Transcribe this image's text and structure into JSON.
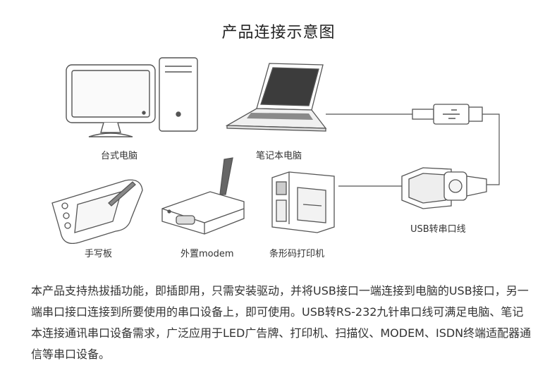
{
  "title": "产品连接示意图",
  "devices": {
    "desktop": "台式电脑",
    "laptop": "笔记本电脑",
    "tablet": "手写板",
    "modem": "外置modem",
    "printer": "条形码打印机",
    "cable": "USB转串口线"
  },
  "description": "本产品支持热拔插功能，即插即用，只需安装驱动，并将USB接口一端连接到电脑的USB接口，另一端串口接口连接到所要使用的串口设备上，即可使用。USB转RS-232九针串口线可满足电脑、笔记本连接通讯串口设备需求，广泛应用于LED广告牌、打印机、扫描仪、MODEM、ISDN终端适配器通信等串口设备。"
}
